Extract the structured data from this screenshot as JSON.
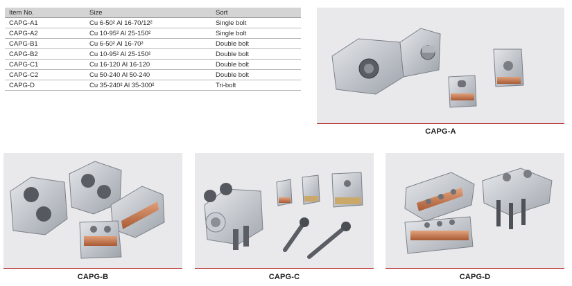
{
  "table": {
    "headers": [
      "Item No.",
      "Size",
      "Sort"
    ],
    "rows": [
      [
        "CAPG-A1",
        "Cu 6-50² Al 16-70/12²",
        "Single bolt"
      ],
      [
        "CAPG-A2",
        "Cu 10-95² Al 25-150²",
        "Single bolt"
      ],
      [
        "CAPG-B1",
        "Cu 6-50² Al 16-70²",
        "Double bolt"
      ],
      [
        "CAPG-B2",
        "Cu 10-95² Al 25-150²",
        "Double bolt"
      ],
      [
        "CAPG-C1",
        "Cu 16-120 Al 16-120",
        "Double bolt"
      ],
      [
        "CAPG-C2",
        "Cu 50-240 Al 50-240",
        "Double bolt"
      ],
      [
        "CAPG-D",
        "Cu 35-240² Al 35-300²",
        "Tri-bolt"
      ]
    ]
  },
  "products": {
    "a": {
      "caption": "CAPG-A"
    },
    "b": {
      "caption": "CAPG-B"
    },
    "c": {
      "caption": "CAPG-C"
    },
    "d": {
      "caption": "CAPG-D"
    }
  },
  "colors": {
    "panel_bg": "#e9e9ec",
    "rule_red": "#b22a2a",
    "header_gray": "#d4d4d4",
    "aluminum": "#c9ccd2",
    "copper": "#c8784e",
    "bolt": "#55585e"
  }
}
